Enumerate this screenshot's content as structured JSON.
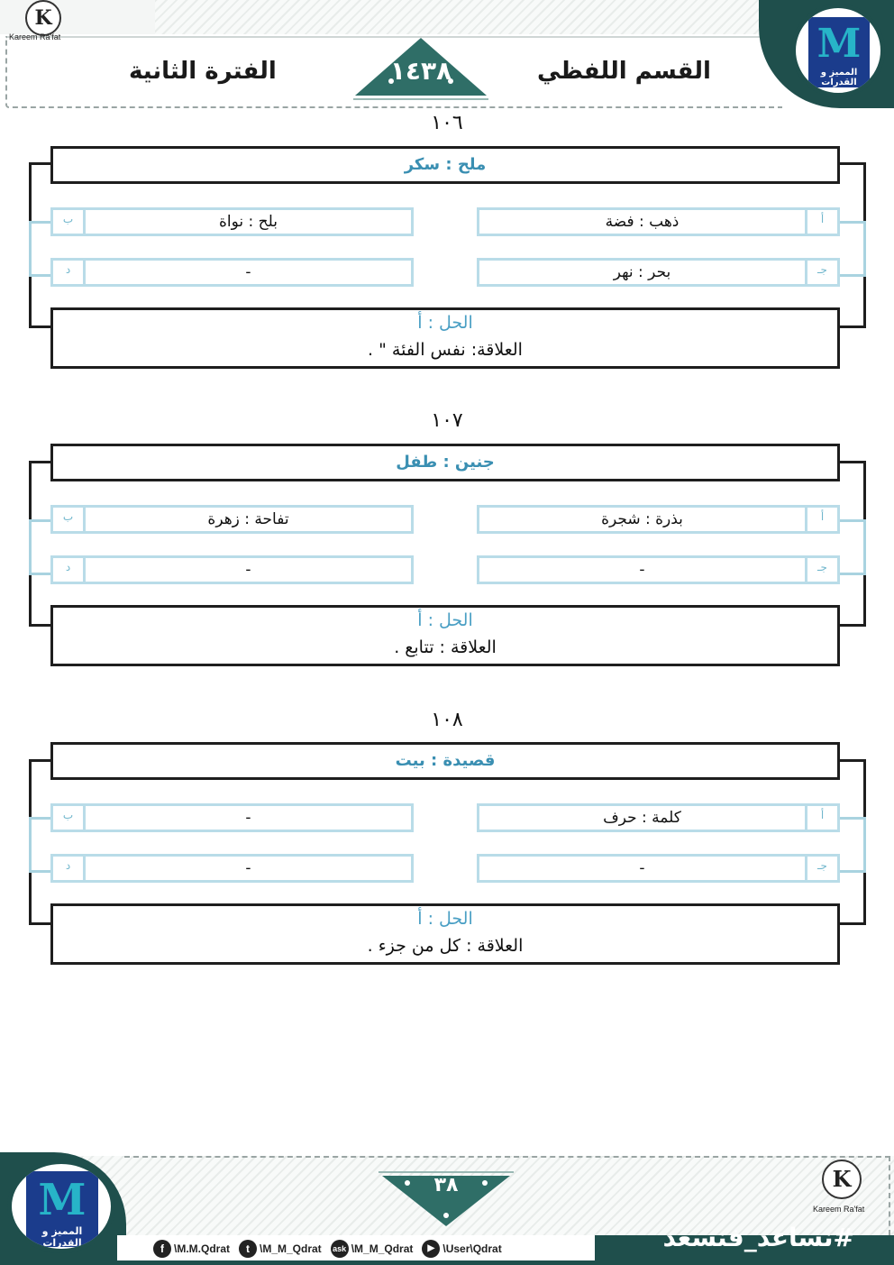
{
  "header": {
    "logo_text": "K",
    "logo_caption": "Kareem Ra'fat",
    "title_right": "القسم اللفظي",
    "year": "١٤٣٨",
    "title_left": "الفترة الثانية",
    "emblem_text": "المميز و القدرات",
    "colors": {
      "dark": "#1f4f4c",
      "accent": "#3a8fb2"
    }
  },
  "questions": [
    {
      "number": "١٠٦",
      "stem": "ملح : سكر",
      "options": [
        {
          "letter": "أ",
          "text": "ذهب : فضة"
        },
        {
          "letter": "ب",
          "text": "بلح : نواة"
        },
        {
          "letter": "جـ",
          "text": "بحر : نهر"
        },
        {
          "letter": "د",
          "text": "-"
        }
      ],
      "solution": "الحل : أ",
      "relation": "العلاقة: نفس الفئة \" ."
    },
    {
      "number": "١٠٧",
      "stem": "جنين : طفل",
      "options": [
        {
          "letter": "أ",
          "text": "بذرة : شجرة"
        },
        {
          "letter": "ب",
          "text": "تفاحة : زهرة"
        },
        {
          "letter": "جـ",
          "text": "-"
        },
        {
          "letter": "د",
          "text": "-"
        }
      ],
      "solution": "الحل : أ",
      "relation": "العلاقة : تتابع ."
    },
    {
      "number": "١٠٨",
      "stem": "قصيدة : بيت",
      "options": [
        {
          "letter": "أ",
          "text": "كلمة : حرف"
        },
        {
          "letter": "ب",
          "text": "-"
        },
        {
          "letter": "جـ",
          "text": "-"
        },
        {
          "letter": "د",
          "text": "-"
        }
      ],
      "solution": "الحل : أ",
      "relation": "العلاقة : كل من جزء ."
    }
  ],
  "footer": {
    "page_number": "٣٨",
    "hashtag": "#نساعد_فنسعد",
    "logo_text": "K",
    "logo_caption": "Kareem Ra'fat",
    "emblem_text": "المميز و القدرات",
    "socials": [
      {
        "icon": "facebook-icon",
        "glyph": "f",
        "handle": "\\M.M.Qdrat"
      },
      {
        "icon": "twitter-icon",
        "glyph": "t",
        "handle": "\\M_M_Qdrat"
      },
      {
        "icon": "ask-icon",
        "glyph": "ask",
        "handle": "\\M_M_Qdrat"
      },
      {
        "icon": "youtube-icon",
        "glyph": "▶",
        "handle": "\\User\\Qdrat"
      }
    ]
  }
}
